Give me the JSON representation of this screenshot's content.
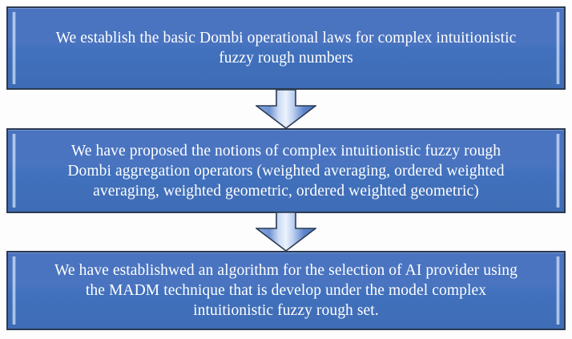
{
  "diagram": {
    "type": "flowchart",
    "orientation": "vertical",
    "background_color": "#fdfdfd",
    "box_fill_color": "#4a74c0",
    "box_border_color": "#2b3a52",
    "text_color": "#ffffff",
    "arrow_fill_color": "#6d93d6",
    "nodes": [
      {
        "id": "node-1",
        "text": "We establish the basic Dombi operational laws for complex intuitionistic\nfuzzy rough numbers"
      },
      {
        "id": "node-2",
        "text": "We have proposed the notions of complex intuitionistic fuzzy rough\nDombi aggregation operators (weighted averaging, ordered weighted\naveraging, weighted geometric, ordered weighted geometric)"
      },
      {
        "id": "node-3",
        "text": "We have establishwed an algorithm for the selection of AI provider using\nthe MADM technique that is develop under the model complex\nintuitionistic fuzzy rough set."
      }
    ],
    "connectors": [
      {
        "id": "connector-1",
        "icon": "arrow-down-icon",
        "from": "node-1",
        "to": "node-2"
      },
      {
        "id": "connector-2",
        "icon": "arrow-down-icon",
        "from": "node-2",
        "to": "node-3"
      }
    ]
  }
}
